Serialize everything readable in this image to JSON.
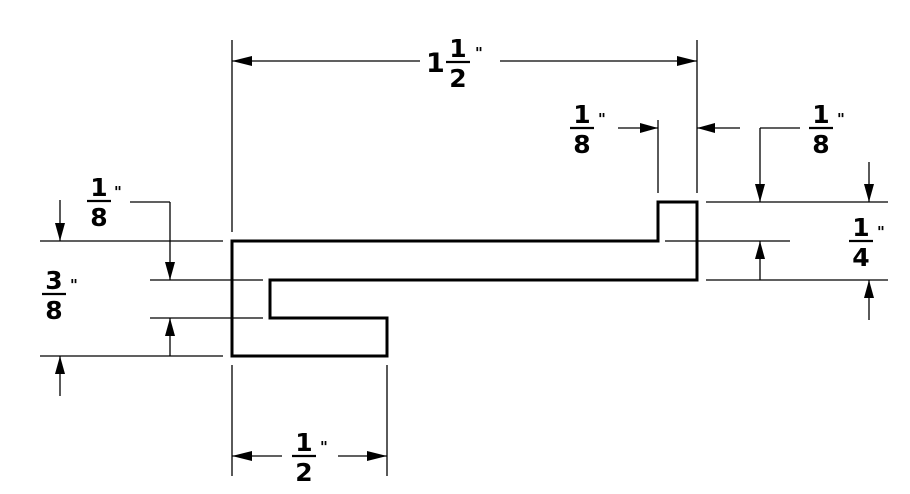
{
  "dimensions": {
    "overall_width": {
      "whole": "1",
      "numerator": "1",
      "denominator": "2",
      "unit": "\""
    },
    "tab_width": {
      "numerator": "1",
      "denominator": "8",
      "unit": "\""
    },
    "tab_height": {
      "numerator": "1",
      "denominator": "8",
      "unit": "\""
    },
    "right_height": {
      "numerator": "1",
      "denominator": "4",
      "unit": "\""
    },
    "top_thickness": {
      "numerator": "1",
      "denominator": "8",
      "unit": "\""
    },
    "left_height": {
      "numerator": "3",
      "denominator": "8",
      "unit": "\""
    },
    "bottom_width": {
      "numerator": "1",
      "denominator": "2",
      "unit": "\""
    }
  }
}
